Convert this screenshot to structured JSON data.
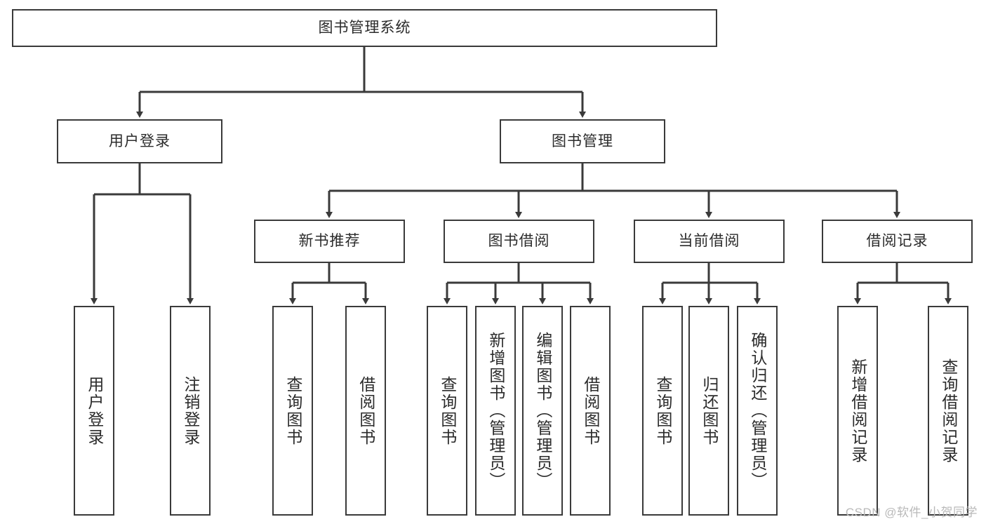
{
  "diagram": {
    "type": "tree-hierarchy-chart",
    "title": "图书管理系统",
    "orientation": "top-down",
    "box_fill": "#ffffff",
    "box_stroke": "#3a3a3a",
    "text_color": "#2b2b2b",
    "levels": [
      {
        "level": 1,
        "nodes": [
          {
            "id": "root",
            "label": "图书管理系统",
            "text_orientation": "horizontal"
          }
        ]
      },
      {
        "level": 2,
        "nodes": [
          {
            "id": "login",
            "label": "用户登录",
            "text_orientation": "horizontal",
            "parent": "root"
          },
          {
            "id": "bookmgmt",
            "label": "图书管理",
            "text_orientation": "horizontal",
            "parent": "root"
          }
        ]
      },
      {
        "level": 3,
        "nodes": [
          {
            "id": "newbook",
            "label": "新书推荐",
            "text_orientation": "horizontal",
            "parent": "bookmgmt"
          },
          {
            "id": "borrow",
            "label": "图书借阅",
            "text_orientation": "horizontal",
            "parent": "bookmgmt"
          },
          {
            "id": "current",
            "label": "当前借阅",
            "text_orientation": "horizontal",
            "parent": "bookmgmt"
          },
          {
            "id": "records",
            "label": "借阅记录",
            "text_orientation": "horizontal",
            "parent": "bookmgmt"
          }
        ]
      },
      {
        "level": 4,
        "nodes": [
          {
            "id": "leaf1",
            "label": "用户登录",
            "text_orientation": "vertical",
            "parent": "login"
          },
          {
            "id": "leaf2",
            "label": "注销登录",
            "text_orientation": "vertical",
            "parent": "login"
          },
          {
            "id": "leaf3",
            "label": "查询图书",
            "text_orientation": "vertical",
            "parent": "newbook"
          },
          {
            "id": "leaf4",
            "label": "借阅图书",
            "text_orientation": "vertical",
            "parent": "newbook"
          },
          {
            "id": "leaf5",
            "label": "查询图书",
            "text_orientation": "vertical",
            "parent": "borrow"
          },
          {
            "id": "leaf6",
            "label": "新增图书（管理员）",
            "text_orientation": "vertical",
            "parent": "borrow"
          },
          {
            "id": "leaf7",
            "label": "编辑图书（管理员）",
            "text_orientation": "vertical",
            "parent": "borrow"
          },
          {
            "id": "leaf8",
            "label": "借阅图书",
            "text_orientation": "vertical",
            "parent": "borrow"
          },
          {
            "id": "leaf9",
            "label": "查询图书",
            "text_orientation": "vertical",
            "parent": "current"
          },
          {
            "id": "leaf10",
            "label": "归还图书",
            "text_orientation": "vertical",
            "parent": "current"
          },
          {
            "id": "leaf11",
            "label": "确认归还（管理员）",
            "text_orientation": "vertical",
            "parent": "current"
          },
          {
            "id": "leaf12",
            "label": "新增借阅记录",
            "text_orientation": "vertical",
            "parent": "records"
          },
          {
            "id": "leaf13",
            "label": "查询借阅记录",
            "text_orientation": "vertical",
            "parent": "records"
          }
        ]
      }
    ]
  },
  "watermark": {
    "text": "CSDN @软件_小贺同学"
  }
}
